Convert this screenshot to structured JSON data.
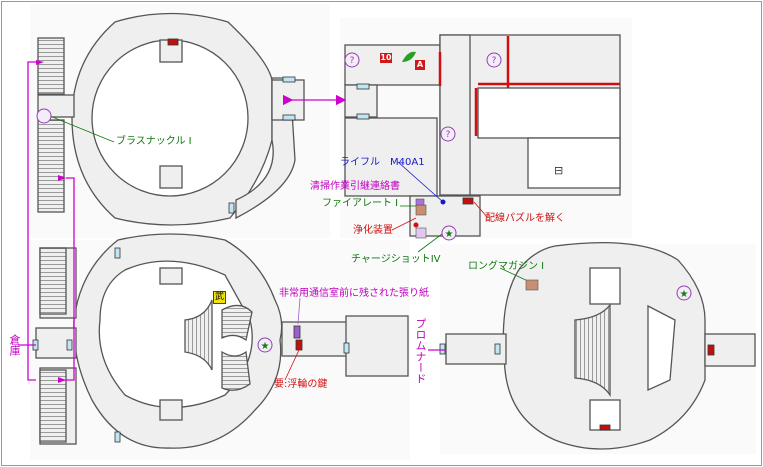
{
  "colors": {
    "green": "#107810",
    "blue": "#1818c8",
    "magenta": "#d000d0",
    "red": "#d01010",
    "door_cyan": "#38a0c0",
    "floor": "#efefef",
    "wall": "#555555"
  },
  "labels": {
    "brass_knuckle": "ブラスナックル I",
    "rifle": "ライフル　M40A1",
    "cleaning_order": "清掃作業引継連絡書",
    "fire_rate": "ファイアレート I",
    "purifier": "浄化装置",
    "wiring_puzzle": "配線パズルを解く",
    "charge_shot": "チャージショットIV",
    "long_magazine": "ロングマガジン I",
    "note_comm_room": "非常用通信室前に残された張り紙",
    "float_key": "要:浮輪の鍵",
    "warehouse": "倉庫",
    "promenade": "プロムナード",
    "weapon_mark": "武",
    "badge_10": "10",
    "badge_a": "A",
    "stairs_mark": "⊟"
  },
  "icons": [
    "mystery-box-icon",
    "star-icon",
    "leaf-icon",
    "save-typewriter-icon"
  ]
}
